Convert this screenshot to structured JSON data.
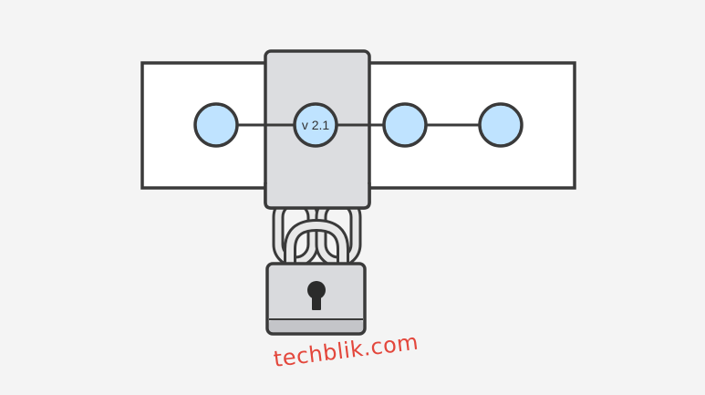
{
  "diagram": {
    "version_label": "v 2.1",
    "node_count": 4,
    "locked_node_index": 1
  },
  "colors": {
    "background": "#f4f4f4",
    "stroke": "#3a3a3a",
    "band_fill": "#ffffff",
    "node_fill": "#bfe3ff",
    "lock_body_fill": "#d9dadd",
    "plate_fill": "#dcdde0",
    "shackle_fill": "#e8e8e8",
    "keyhole": "#2b2b2b",
    "watermark": "#e3473c"
  },
  "watermark": {
    "text": "techblik.com"
  }
}
